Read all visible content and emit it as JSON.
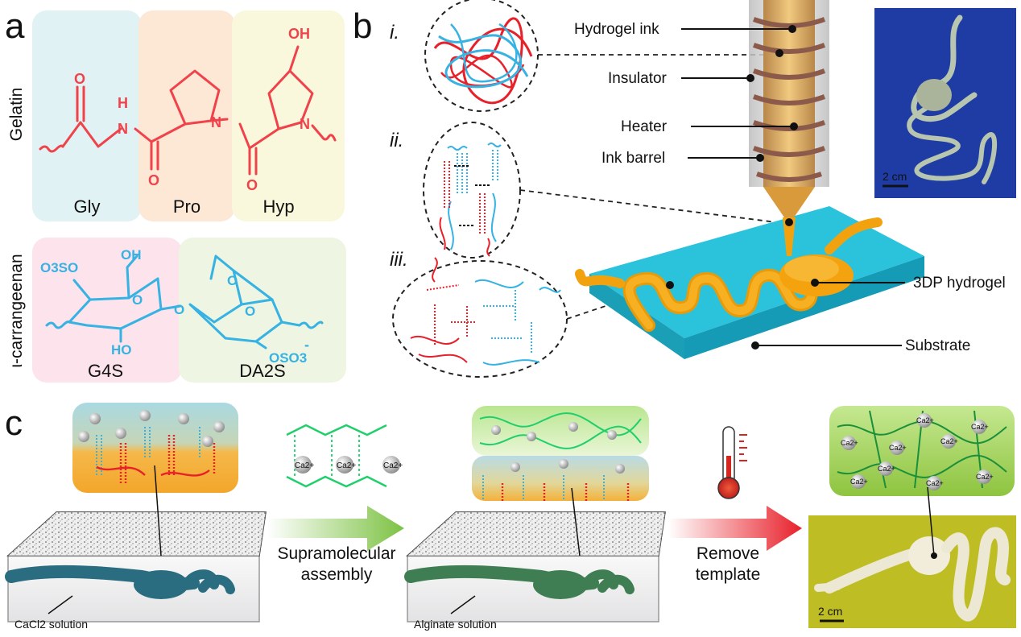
{
  "panel_a": {
    "letter": "a",
    "gelatin_label": "Gelatin",
    "carrageenan_label": "ι-carrangeenan",
    "units": [
      "Gly",
      "Pro",
      "Hyp"
    ],
    "sugars": [
      "G4S",
      "DA2S"
    ],
    "atoms": {
      "oh": "OH",
      "o": "O",
      "nh": "N",
      "h": "H",
      "n": "N",
      "o3so": "O3SO",
      "osoa": "OSO3",
      "minus": "-",
      "ho": "HO"
    },
    "colors": {
      "gelatin": "#f0424a",
      "carrageenan": "#36b2e3"
    }
  },
  "panel_b": {
    "letter": "b",
    "stages": [
      "i.",
      "ii.",
      "iii."
    ],
    "labels": {
      "hydrogel_ink": "Hydrogel ink",
      "insulator": "Insulator",
      "heater": "Heater",
      "ink_barrel": "Ink barrel",
      "hydrogel_3dp": "3DP hydrogel",
      "substrate": "Substrate"
    },
    "scale_bar": "2 cm",
    "colors": {
      "substrate": "#29bcd8",
      "hydrogel": "#f3a20f",
      "photo_bg": "#1f3aa8"
    }
  },
  "panel_c": {
    "letter": "c",
    "step1": {
      "line1": "Supramolecular",
      "line2": "assembly"
    },
    "step2": {
      "line1": "Remove",
      "line2": "template"
    },
    "ion": "Ca2+",
    "solution1": "CaCl2 solution",
    "solution2": "Alginate solution",
    "scale_bar": "2 cm",
    "colors": {
      "alginate": "#1fcf6b",
      "arrow_green": "#8cc63f",
      "arrow_red": "#e8202a",
      "photo_bg": "#c9c72a"
    }
  }
}
